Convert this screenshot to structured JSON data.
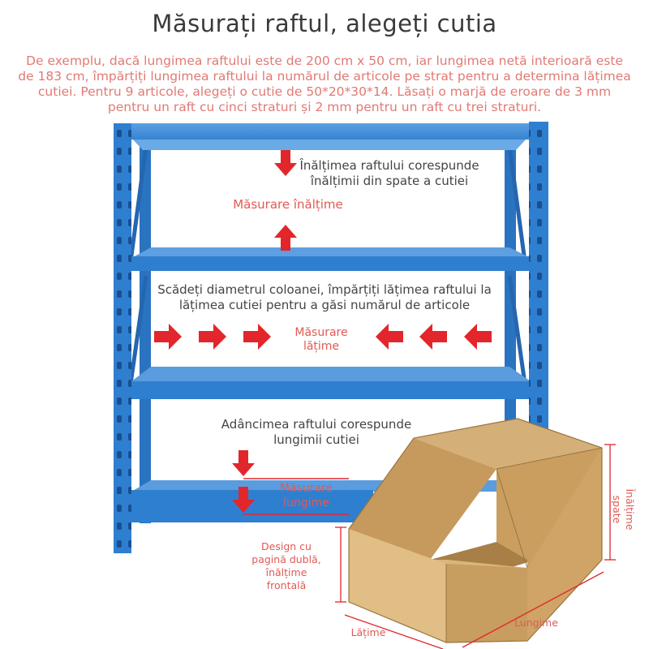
{
  "title": "Măsurați raftul, alegeți cutia",
  "intro": "De exemplu, dacă lungimea raftului este de 200 cm x 50 cm, iar lungimea netă interioară este de 183 cm, împărțiți lungimea raftului la numărul de articole pe strat pentru a determina lățimea cutiei. Pentru 9 articole, alegeți o cutie de 50*20*30*14. Lăsați o marjă de eroare de 3 mm pentru un raft cu cinci straturi și 2 mm pentru un raft cu trei straturi.",
  "annotations": {
    "height_note": "Înălțimea raftului corespunde înălțimii din spate a cutiei",
    "height_measure": "Măsurare înălțime",
    "width_note": "Scădeți diametrul coloanei, împărțiți lățimea raftului la lățimea cutiei pentru a găsi numărul de articole",
    "width_measure": "Măsurare lățime",
    "depth_note": "Adâncimea raftului corespunde lungimii cutiei",
    "depth_measure": "Măsurare lungime",
    "box_back_height": "Înălțime spate",
    "box_front": "Design cu pagină dublă, înălțime frontală",
    "box_width": "Lățime",
    "box_length": "Lungime"
  },
  "colors": {
    "rack_blue": "#2f7fd0",
    "rack_dark": "#1d5aa3",
    "arrow_red": "#e2262b",
    "cardboard": "#c9a061",
    "cardboard_dark": "#a8814a",
    "cardboard_light": "#dcbc85"
  },
  "icons": [
    "arrow-down-icon",
    "arrow-up-icon",
    "arrow-right-icon",
    "arrow-left-icon"
  ]
}
